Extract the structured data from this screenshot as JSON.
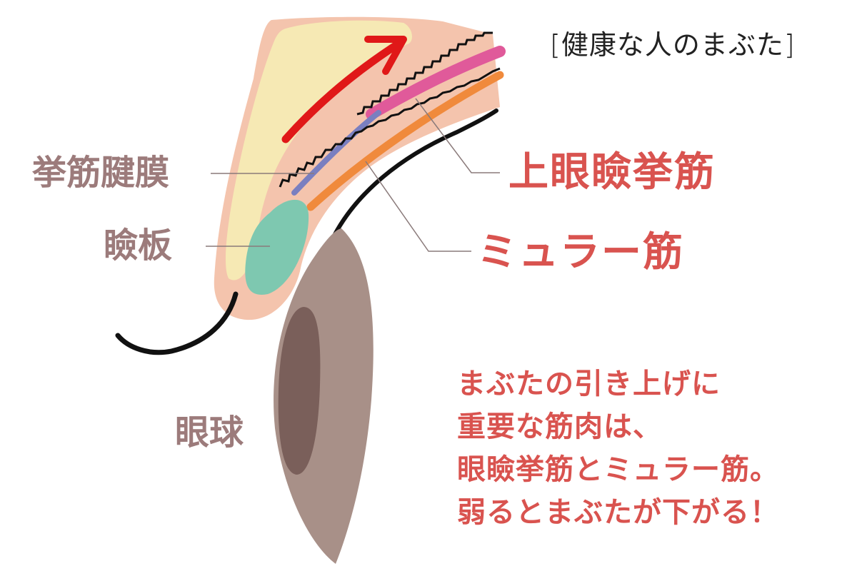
{
  "title": "[健康な人のまぶた]",
  "labels": {
    "aponeurosis": "挙筋腱膜",
    "tarsus": "瞼板",
    "eyeball": "眼球",
    "levator": "上眼瞼挙筋",
    "muller": "ミュラー筋"
  },
  "description": {
    "lines": [
      "まぶたの引き上げに",
      "重要な筋肉は、",
      "眼瞼挙筋とミュラー筋。",
      "弱るとまぶたが下がる！"
    ]
  },
  "colors": {
    "skin": "#f4c4ad",
    "fat": "#f6e9b4",
    "levator_muscle": "#e05a9a",
    "muller_muscle": "#f08a3c",
    "aponeurosis": "#7a7fc0",
    "tarsus": "#7ec8b0",
    "eyeball": "#a89088",
    "pupil": "#7a5f5a",
    "arrow": "#e01818",
    "label_gray": "#9c7b7b",
    "label_red": "#d9534f"
  }
}
